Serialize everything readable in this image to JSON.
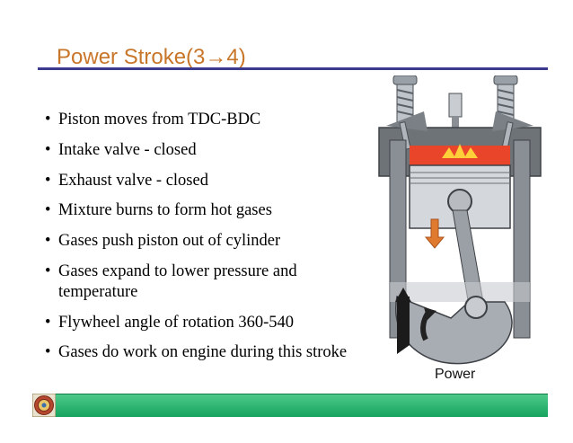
{
  "slide": {
    "title": "Power Stroke(3→4)",
    "bullets": [
      "Piston moves from TDC-BDC",
      "Intake valve - closed",
      "Exhaust valve - closed",
      "Mixture burns to form hot gases",
      "Gases push piston out of cylinder",
      "Gases expand to lower pressure and temperature",
      "Flywheel angle of rotation 360-540",
      "Gases do work on engine during this stroke"
    ],
    "figure_caption": "Power"
  },
  "colors": {
    "title": "#c8762a",
    "rule": "#3b3a8f",
    "footer": "#16a35e",
    "flame": "#e8452a",
    "arrow": "#e07a2e"
  },
  "icons": {
    "figure": "engine-power-stroke-illustration",
    "logo": "institution-seal-icon"
  }
}
